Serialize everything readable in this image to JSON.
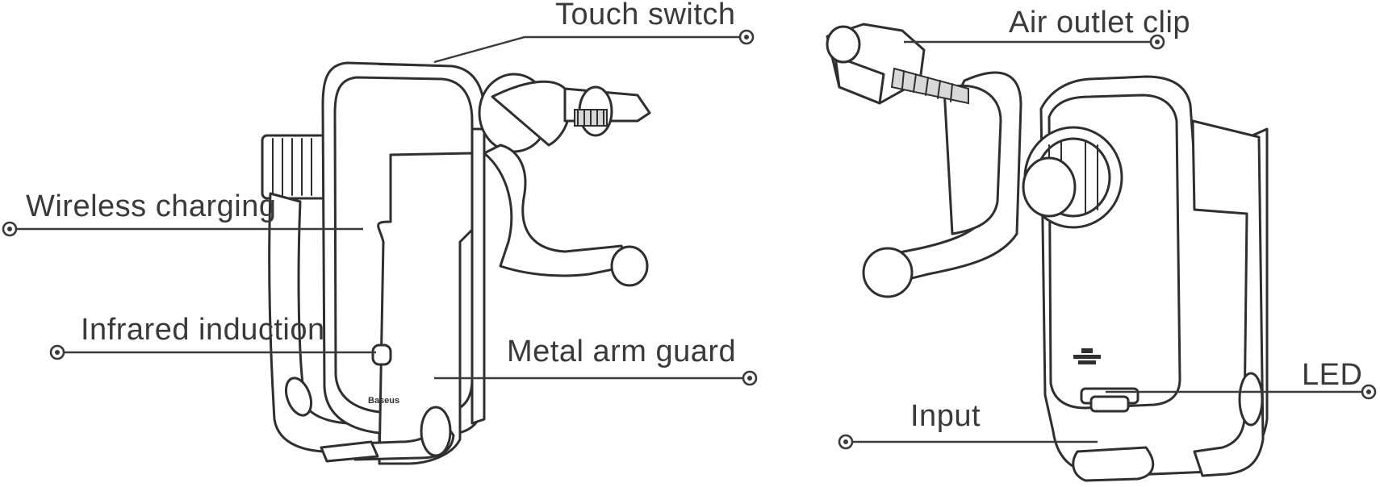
{
  "callouts": {
    "touch_switch": "Touch switch",
    "wireless_charging": "Wireless charging",
    "infrared_induction": "Infrared induction",
    "metal_arm_guard": "Metal arm guard",
    "air_outlet_clip": "Air outlet clip",
    "led": "LED",
    "input": "Input"
  },
  "brand_mark": "Baseus",
  "colors": {
    "line": "#3a3a3a",
    "background": "#ffffff"
  }
}
